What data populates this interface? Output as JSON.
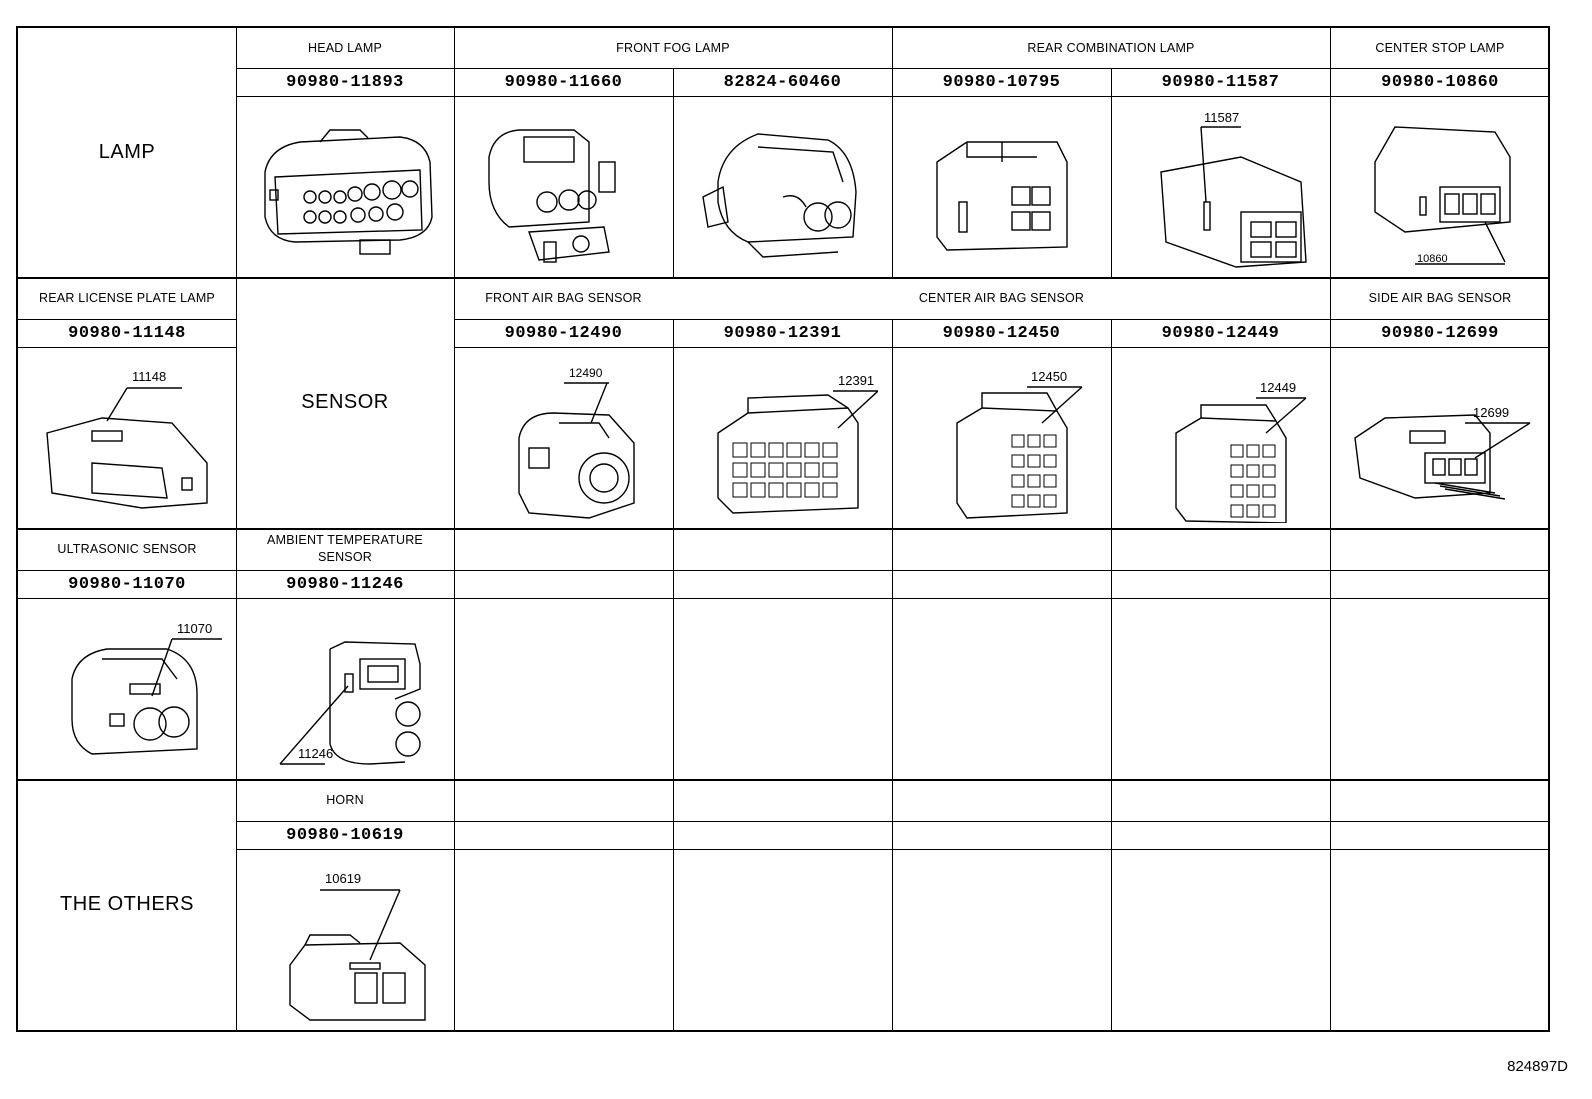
{
  "categories": {
    "lamp": "LAMP",
    "sensor": "SENSOR",
    "others": "THE OTHERS"
  },
  "groups": {
    "head_lamp": "HEAD LAMP",
    "front_fog_lamp": "FRONT FOG LAMP",
    "rear_combination_lamp": "REAR COMBINATION LAMP",
    "center_stop_lamp": "CENTER STOP LAMP",
    "rear_license_plate_lamp": "REAR LICENSE PLATE LAMP",
    "front_air_bag_sensor": "FRONT AIR BAG SENSOR",
    "center_air_bag_sensor": "CENTER AIR BAG SENSOR",
    "side_air_bag_sensor": "SIDE AIR BAG SENSOR",
    "ultrasonic_sensor": "ULTRASONIC SENSOR",
    "ambient_temperature_sensor": "AMBIENT TEMPERATURE SENSOR",
    "horn": "HORN"
  },
  "parts": {
    "p11893": "90980-11893",
    "p11660": "90980-11660",
    "p60460": "82824-60460",
    "p10795": "90980-10795",
    "p11587": "90980-11587",
    "p10860": "90980-10860",
    "p11148": "90980-11148",
    "p12490": "90980-12490",
    "p12391": "90980-12391",
    "p12450": "90980-12450",
    "p12449": "90980-12449",
    "p12699": "90980-12699",
    "p11070": "90980-11070",
    "p11246": "90980-11246",
    "p10619": "90980-10619"
  },
  "callouts": {
    "c11587": "11587",
    "c10860": "10860",
    "c11148": "11148",
    "c12490": "12490",
    "c12391": "12391",
    "c12450": "12450",
    "c12449": "12449",
    "c12699": "12699",
    "c11070": "11070",
    "c11246": "11246",
    "c10619": "10619"
  },
  "figure_ref": "824897D"
}
